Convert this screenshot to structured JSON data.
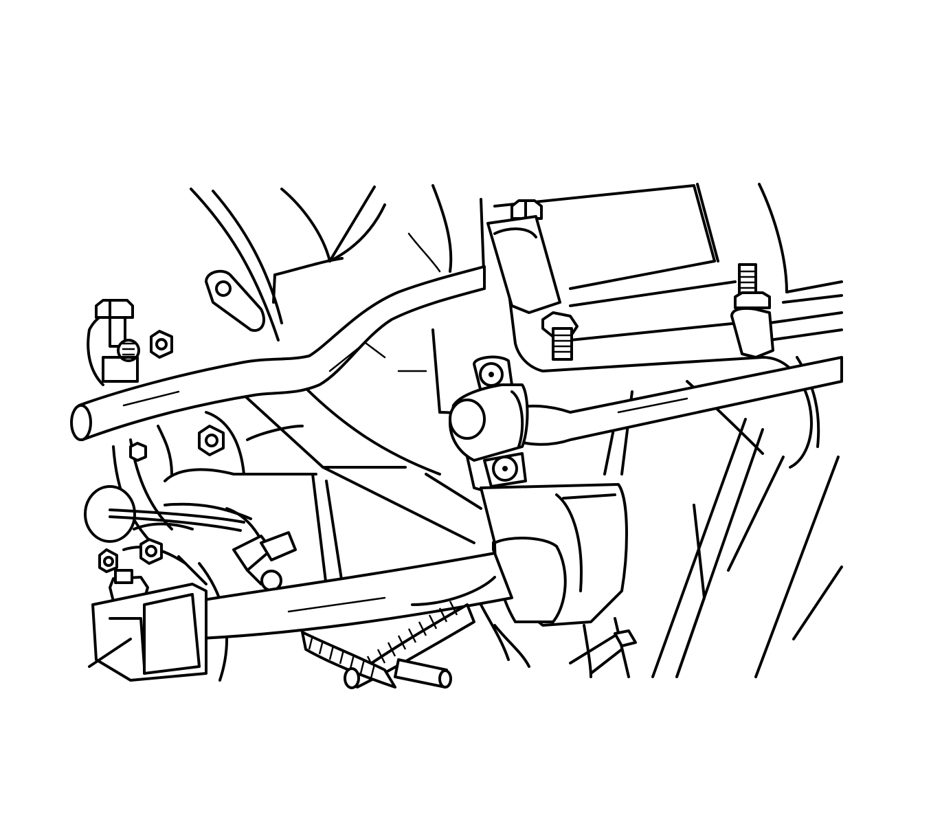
{
  "figure": {
    "background": "#ffffff",
    "line_color": "#000000",
    "kind": "line-art service illustration",
    "components": [
      "stabilizer-bar",
      "stabilizer-bar-insulator-bracket",
      "stabilizer-link",
      "lower-control-arm",
      "frame-rail",
      "frame-crossmember",
      "brake-line-harness",
      "wiring-conduit"
    ]
  }
}
